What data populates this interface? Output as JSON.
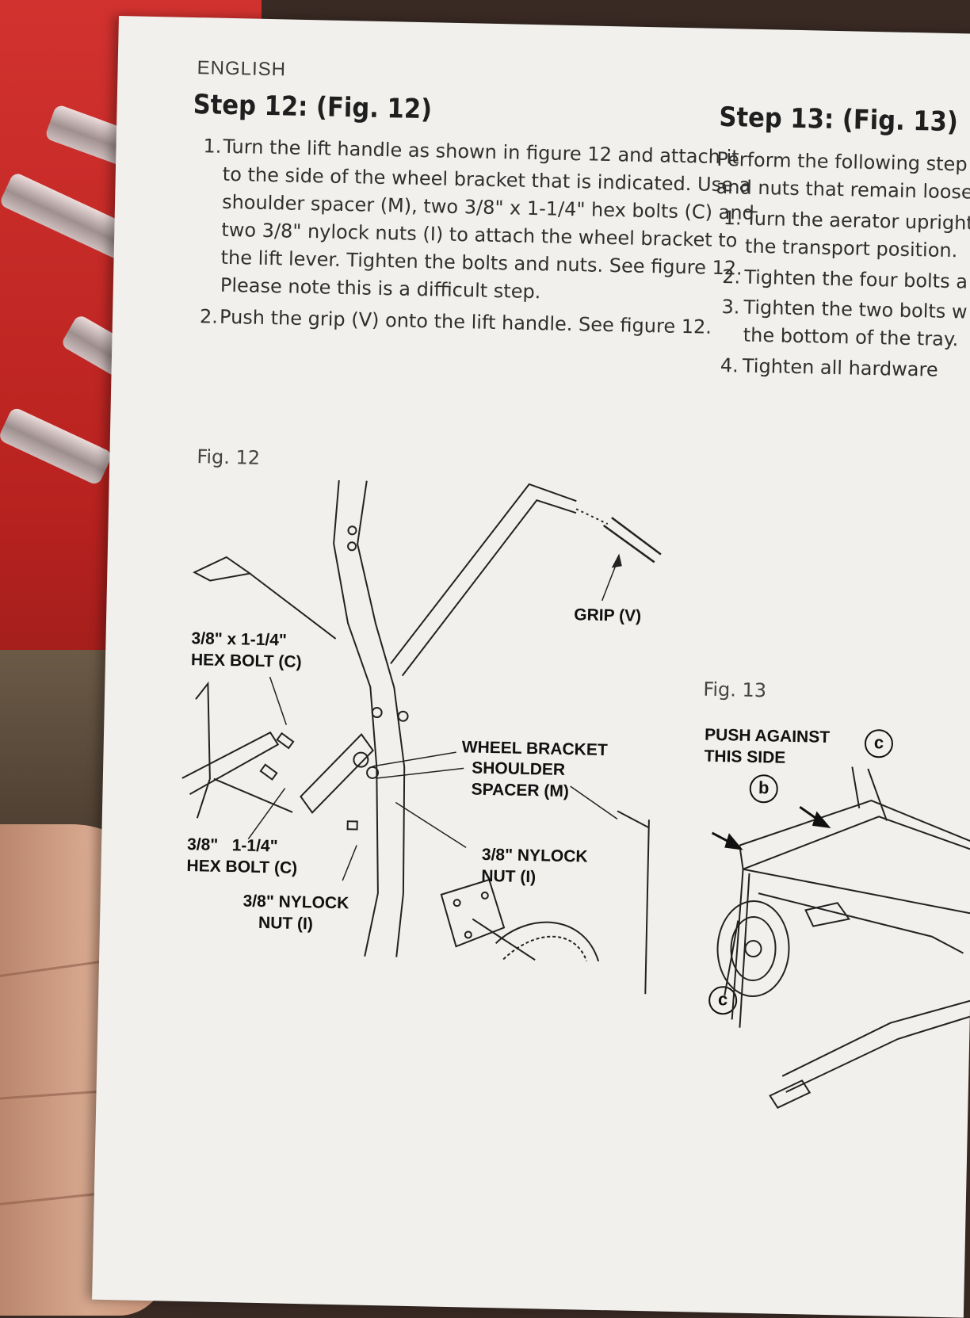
{
  "page": {
    "language": "ENGLISH"
  },
  "step12": {
    "title": "Step 12: (Fig. 12)",
    "items": [
      {
        "number": "1.",
        "lines": [
          "Turn the lift handle as shown in figure 12 and attach it",
          "to the side of the wheel bracket that is indicated. Use a",
          "shoulder spacer (M), two 3/8\" x 1-1/4\" hex bolts (C) and",
          "two 3/8\" nylock nuts (I) to attach the wheel bracket  to",
          "the lift lever. Tighten the bolts and nuts. See figure 12.",
          "Please note this is a difficult step."
        ]
      },
      {
        "number": "2.",
        "lines": [
          "Push the grip (V) onto the lift handle. See figure 12."
        ]
      }
    ],
    "figure": {
      "label": "Fig. 12",
      "callouts": {
        "hex_bolt_top": [
          "3/8\" x 1-1/4\"",
          "HEX BOLT (C)"
        ],
        "grip": "GRIP (V)",
        "wheel_bracket": "WHEEL BRACKET",
        "shoulder_spacer": [
          "SHOULDER",
          "SPACER (M)"
        ],
        "nylock_right": [
          "3/8\" NYLOCK",
          "NUT (I)"
        ],
        "hex_bolt_bottom": [
          "3/8\"   1-1/4\"",
          "HEX BOLT (C)"
        ],
        "nylock_bottom": [
          "3/8\" NYLOCK",
          "NUT (I)"
        ]
      }
    }
  },
  "step13": {
    "title": "Step 13: (Fig. 13)",
    "intro": [
      "Perform the following step",
      "and nuts that remain loose"
    ],
    "items": [
      {
        "number": "1.",
        "lines": [
          "Turn the aerator upright",
          "the transport position."
        ]
      },
      {
        "number": "2.",
        "lines": [
          "Tighten the four bolts a"
        ]
      },
      {
        "number": "3.",
        "lines": [
          "Tighten the two bolts w",
          "the bottom of the tray."
        ]
      },
      {
        "number": "4.",
        "lines": [
          "Tighten all hardware"
        ]
      }
    ],
    "figure": {
      "label": "Fig. 13",
      "push_against": [
        "PUSH AGAINST",
        "THIS SIDE"
      ],
      "marker_c": "c",
      "marker_b": "b"
    }
  }
}
